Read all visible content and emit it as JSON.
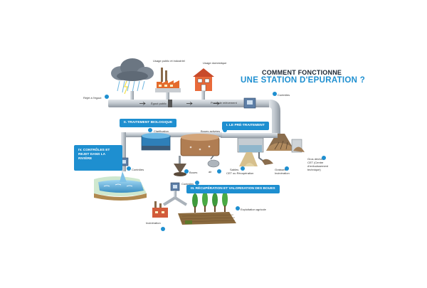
{
  "title": {
    "line1": "COMMENT FONCTIONNE",
    "line2": "UNE STATION D'EPURATION ?"
  },
  "sections": {
    "pretreatment": "I. LE PRÉ-TRAITEMENT",
    "biological": "II. TRAITEMENT BIOLOGIQUE",
    "recovery": "III. RÉCUPÉRATION ET VALORISATION DES BOUES",
    "controls": "IV. CONTRÔLES ET REJET DANS LA RIVIÈRE"
  },
  "labels": {
    "usage_public": "Usage public et industriel",
    "usage_domestique": "Usage domestique",
    "rain_water": "Rejet à l'égout",
    "egout_public": "Égout public",
    "poste_relevage": "Poste de relèvement",
    "controles_top": "Contrôles",
    "clarification": "Clarification",
    "boues_activees": "Boues activées",
    "air": "air",
    "sables": "Sables",
    "sables_sub": "CET ou Récupération",
    "graisses": "Graisses",
    "graisses_sub": "Incinération",
    "gros_dechets": "Gros déchets",
    "gros_dechets_sub": "CET (Centre d'enfouissement technique)",
    "controles_left": "Contrôles",
    "boues": "Boues",
    "controles_mid": "Contrôles",
    "incineration": "Incinération",
    "exploitation_agricole": "Exploitation agricole"
  },
  "colors": {
    "accent": "#1e8fd0",
    "pipe": "#bfc6cd",
    "title_dark": "#1b2430"
  },
  "icons": [
    "rain-cloud-icon",
    "factory-icon",
    "house-icon",
    "control-valve-icon",
    "tree-icon",
    "incinerator-icon",
    "river-icon"
  ]
}
